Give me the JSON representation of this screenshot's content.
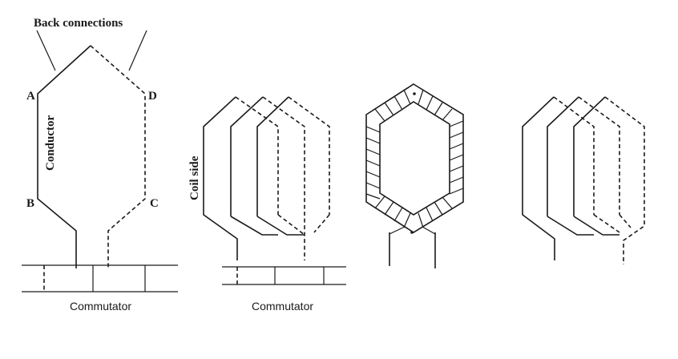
{
  "figure1": {
    "back_connections_label": "Back connections",
    "point_a": "A",
    "point_b": "B",
    "point_c": "C",
    "point_d": "D",
    "conductor_label": "Conductor",
    "commutator_label": "Commutator"
  },
  "figure2": {
    "coil_side_label": "Coil side",
    "commutator_label": "Commutator"
  },
  "colors": {
    "ink": "#1a1a1a",
    "background": "#ffffff"
  }
}
